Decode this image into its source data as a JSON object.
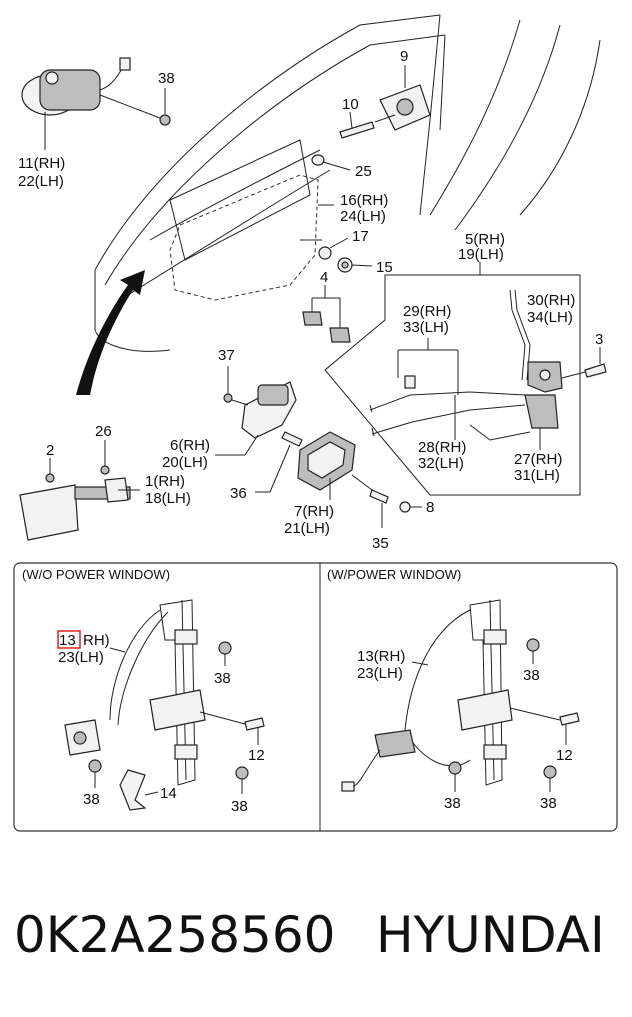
{
  "labels": {
    "l38a": "38",
    "l11": "11(RH)",
    "l22": "22(LH)",
    "l9": "9",
    "l10": "10",
    "l25": "25",
    "l16": "16(RH)",
    "l24": "24(LH)",
    "l17": "17",
    "l15": "15",
    "l4": "4",
    "l5": "5(RH)",
    "l19": "19(LH)",
    "l29": "29(RH)",
    "l33": "33(LH)",
    "l30": "30(RH)",
    "l34": "34(LH)",
    "l3": "3",
    "l37": "37",
    "l6": "6(RH)",
    "l20": "20(LH)",
    "l36": "36",
    "l28": "28(RH)",
    "l32": "32(LH)",
    "l27": "27(RH)",
    "l31": "31(LH)",
    "l2": "2",
    "l26": "26",
    "l1": "1(RH)",
    "l18": "18(LH)",
    "l7": "7(RH)",
    "l21": "21(LH)",
    "l8": "8",
    "l35": "35",
    "wo_title": "(W/O POWER WINDOW)",
    "w_title": "(W/POWER WINDOW)",
    "l13a_num": "13",
    "l13a_rest": "RH)",
    "l23a": "23(LH)",
    "l38b": "38",
    "l12a": "12",
    "l38c": "38",
    "l14": "14",
    "l38d": "38",
    "l13b": "13(RH)",
    "l23b": "23(LH)",
    "l38e": "38",
    "l12b": "12",
    "l38f": "38",
    "l38g": "38"
  },
  "footer": {
    "part_number": "0K2A258560",
    "brand": "HYUNDAI"
  },
  "highlight_color": "#e0201c"
}
